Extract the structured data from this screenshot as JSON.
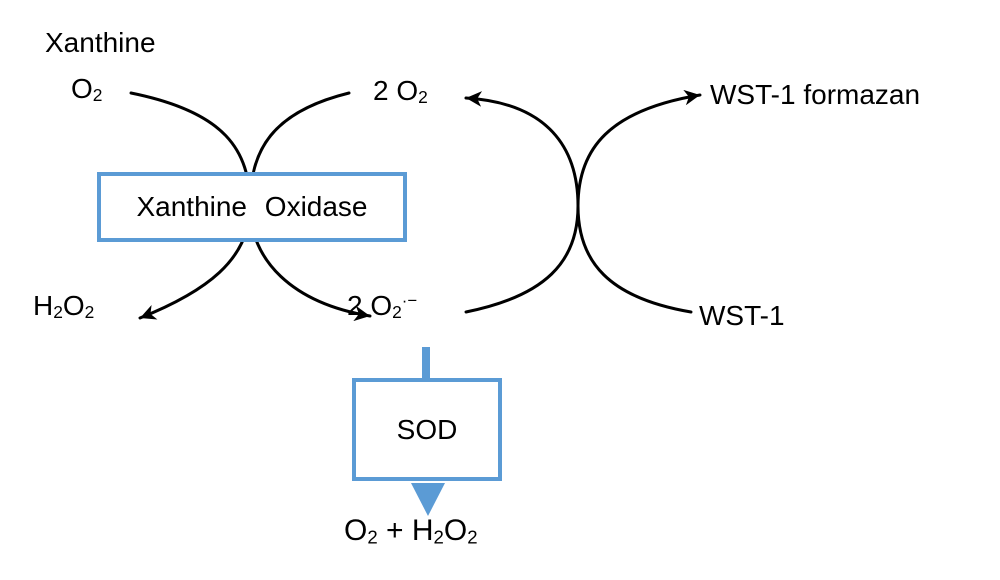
{
  "diagram": {
    "kind": "reaction-scheme",
    "colors": {
      "accent_blue": "#5B9BD5",
      "line_black": "#000000",
      "background": "#FFFFFF"
    },
    "nodes": {
      "xanthine": {
        "text": "Xanthine"
      },
      "oxygen": {
        "base": "O",
        "sub": "2"
      },
      "two_oxygen": {
        "base": "2 O",
        "sub": "2"
      },
      "wst1_formazan": {
        "text": "WST-1 formazan"
      },
      "hydrogen_peroxide": {
        "p1": "H",
        "s1": "2",
        "p2": "O",
        "s2": "2"
      },
      "superoxide": {
        "base": "2 O",
        "sub": "2",
        "sup": "·−"
      },
      "wst1": {
        "text": "WST-1"
      },
      "products": {
        "p1": "O",
        "s1": "2",
        "p2": " + H",
        "s2": "2",
        "p3": "O",
        "s3": "2"
      }
    },
    "boxes": {
      "xanthine_oxidase": {
        "label": "Xanthine Oxidase"
      },
      "sod": {
        "label": "SOD"
      }
    },
    "arrows": {
      "left_cycle": [
        "O2 -> H2O2 (via Xanthine Oxidase)",
        "2 O2 -> 2 O2·− (via Xanthine Oxidase)"
      ],
      "right_cycle": [
        "2 O2·− -> 2 O2",
        "WST-1 -> WST-1 formazan"
      ],
      "sod_path": "2 O2·− -> SOD -> O2 + H2O2"
    }
  }
}
